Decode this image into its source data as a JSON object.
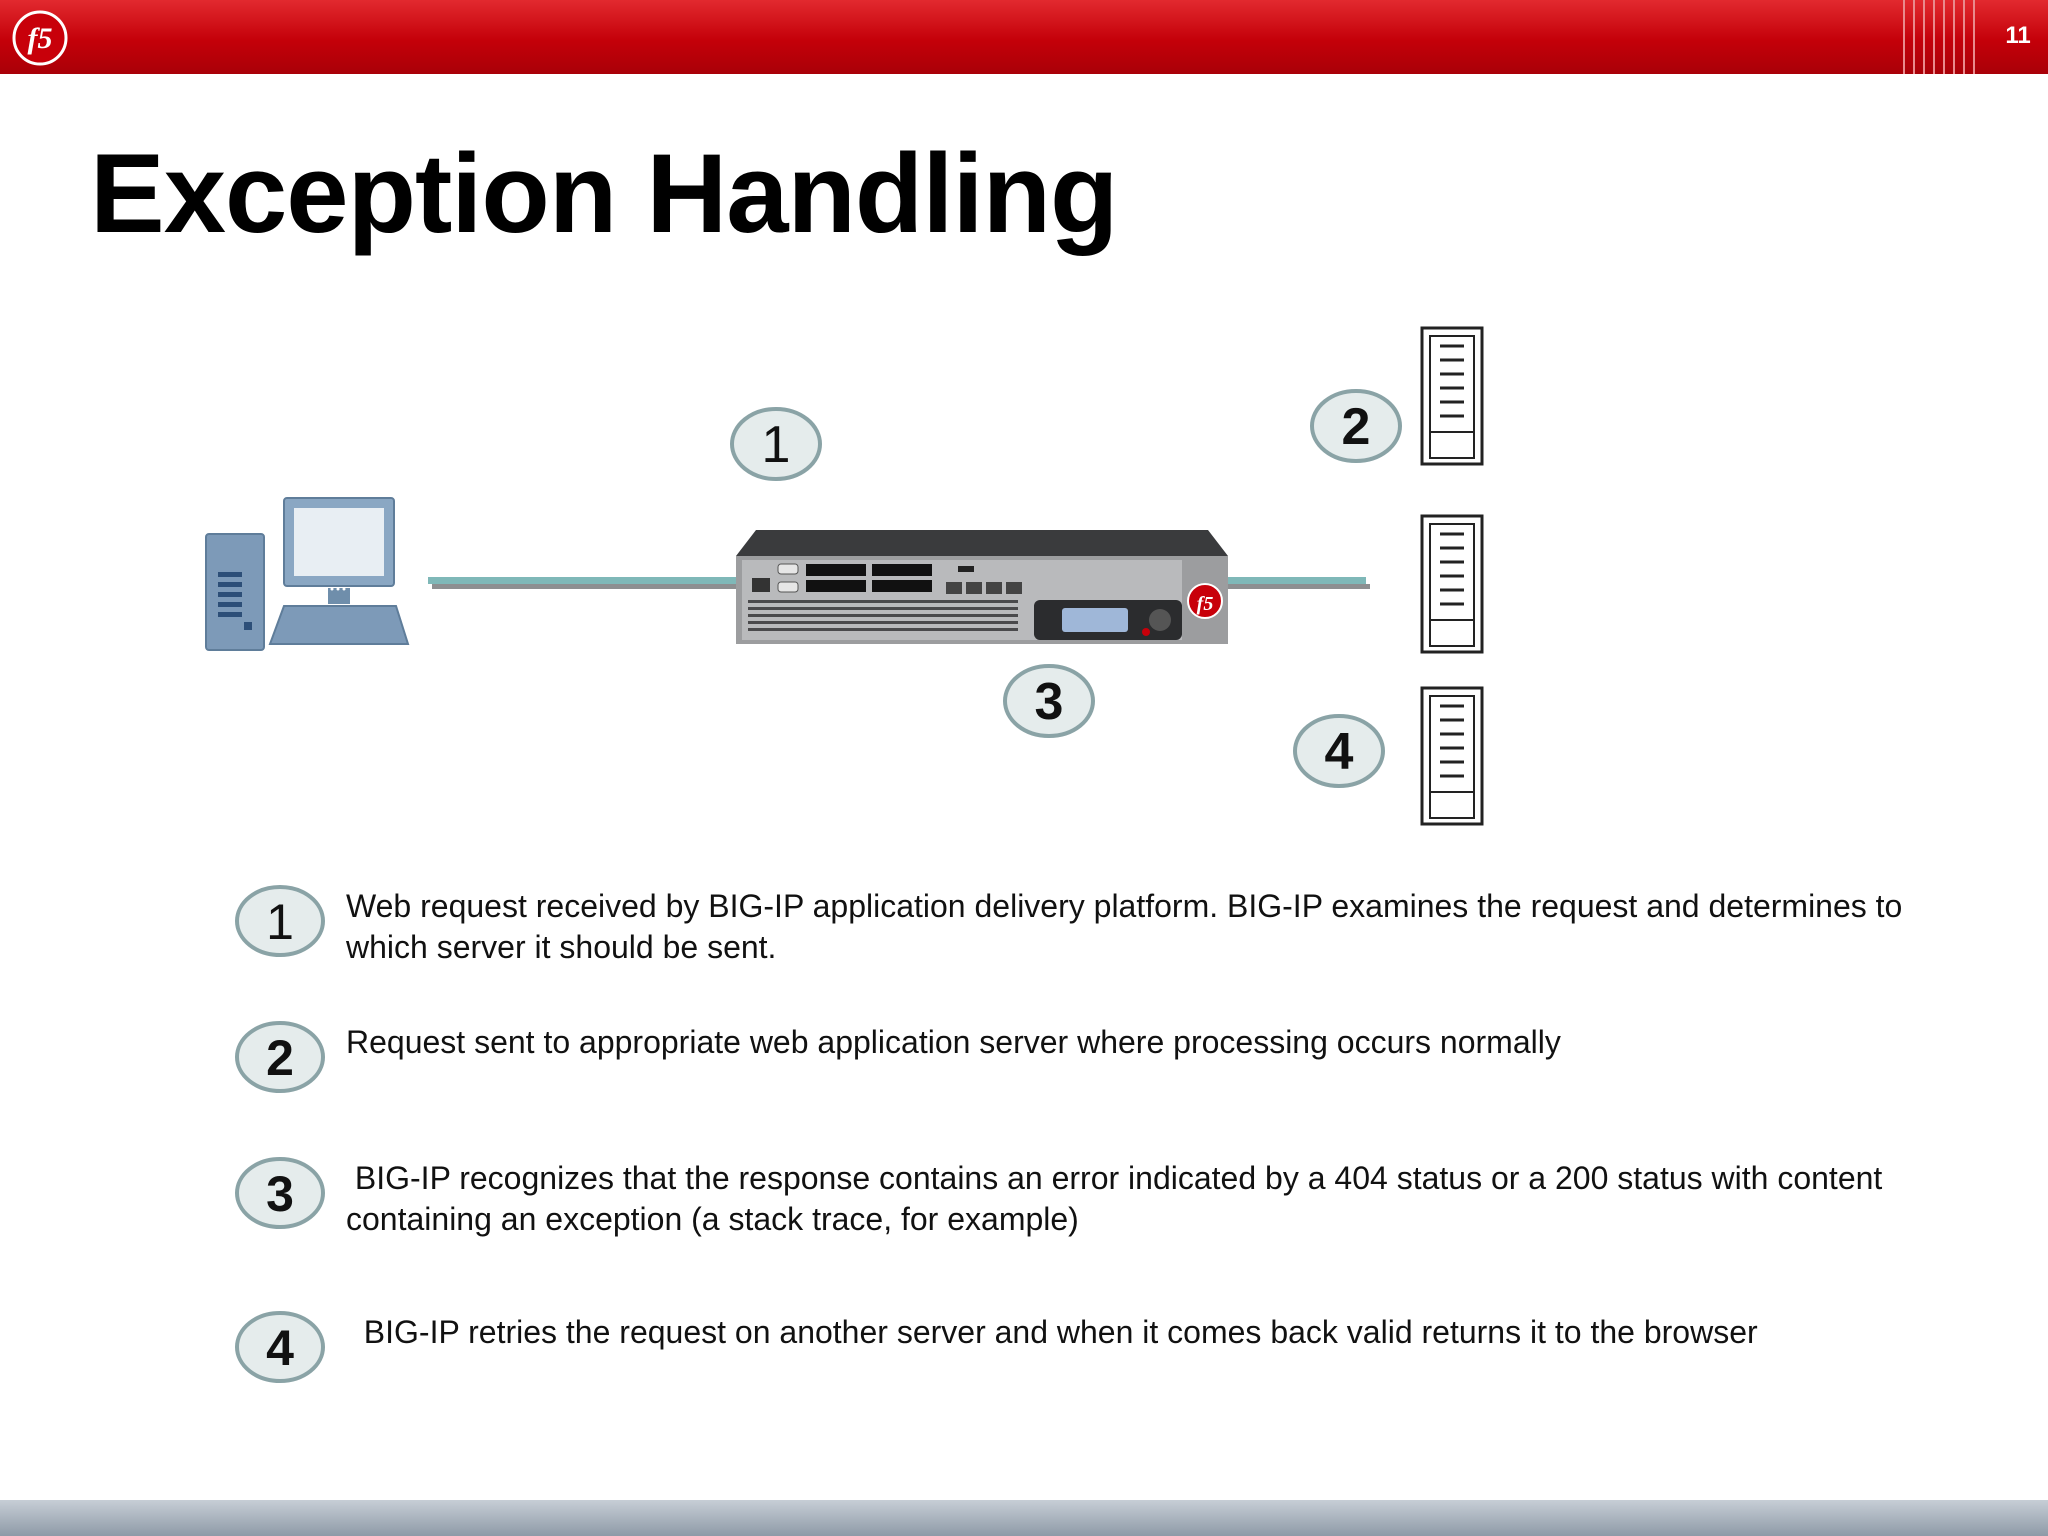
{
  "header": {
    "logo_text": "f5",
    "page_number": "11"
  },
  "slide": {
    "title": "Exception Handling"
  },
  "diagram": {
    "device_label": "f5",
    "callouts": [
      "1",
      "2",
      "3",
      "4"
    ],
    "colors": {
      "link_teal": "#7fb8b8",
      "callout_border": "#8aa3a6",
      "callout_fill": "#e5ecec",
      "brand_red": "#c8000a"
    }
  },
  "steps": [
    {
      "number": "1",
      "text": "Web request received by BIG-IP application delivery platform. BIG-IP examines the request and determines to which server it should be sent."
    },
    {
      "number": "2",
      "text": "Request sent to appropriate web application server where processing occurs normally"
    },
    {
      "number": "3",
      "text": " BIG-IP recognizes that the response contains an error indicated by a 404 status or a 200 status with content containing an exception (a stack trace, for example)"
    },
    {
      "number": "4",
      "text": "  BIG-IP retries the request on another server and when it comes back valid returns it to the browser"
    }
  ]
}
